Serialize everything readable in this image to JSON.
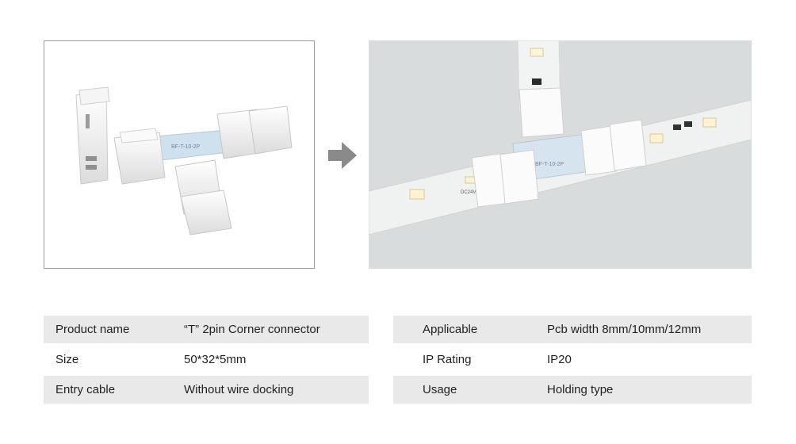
{
  "images": {
    "product_photo": {
      "connector_print": "BF-T-10-2P"
    },
    "usage_photo": {
      "connector_print": "BF-T-10-2P",
      "strip_print": "DC24V"
    }
  },
  "specs_left": [
    {
      "label": "Product name",
      "value": "“T” 2pin Corner connector"
    },
    {
      "label": "Size",
      "value": "50*32*5mm"
    },
    {
      "label": "Entry cable",
      "value": "Without wire docking"
    }
  ],
  "specs_right": [
    {
      "label": "Applicable",
      "value": "Pcb width 8mm/10mm/12mm"
    },
    {
      "label": "IP Rating",
      "value": "IP20"
    },
    {
      "label": "Usage",
      "value": "Holding type"
    }
  ],
  "colors": {
    "row_shade": "#e9e9e9",
    "arrow": "#8a8a8a",
    "photo_bg": "#d9dcdd",
    "frame_border": "#9a9a9a"
  },
  "icons": {
    "arrow": "arrow-right-icon"
  }
}
